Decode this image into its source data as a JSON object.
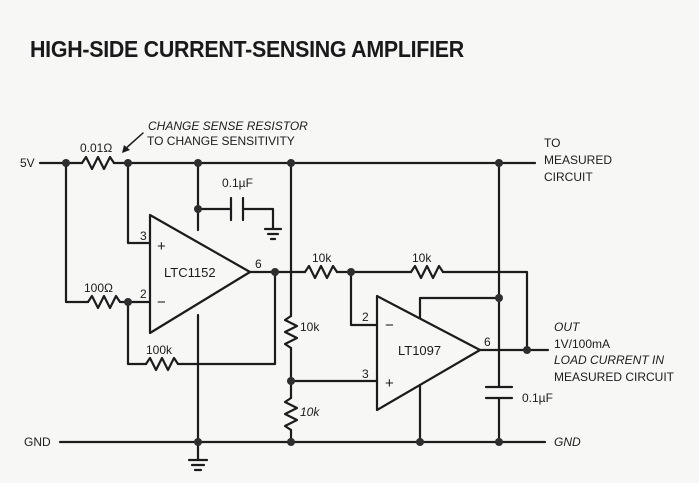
{
  "title": "HIGH-SIDE CURRENT-SENSING AMPLIFIER",
  "rails": {
    "supply": "5V",
    "ground_left": "GND",
    "ground_right": "GND"
  },
  "annotation": {
    "line1": "CHANGE SENSE RESISTOR",
    "line2": "TO CHANGE SENSITIVITY"
  },
  "to_circuit": {
    "line1": "TO",
    "line2": "MEASURED",
    "line3": "CIRCUIT"
  },
  "output": {
    "line1": "OUT",
    "line2": "1V/100mA",
    "line3": "LOAD CURRENT IN",
    "line4": "MEASURED CIRCUIT"
  },
  "components": {
    "r_sense": "0.01Ω",
    "r_100": "100Ω",
    "r_100k": "100k",
    "c_top": "0.1µF",
    "c_bottom": "0.1µF",
    "r_in": "10k",
    "r_fb": "10k",
    "r_div_top": "10k",
    "r_div_bot": "10k"
  },
  "amp1": {
    "name": "LTC1152",
    "pin_plus": "3",
    "pin_minus": "2",
    "pin_out": "6",
    "plus_sign": "+",
    "minus_sign": "−"
  },
  "amp2": {
    "name": "LT1097",
    "pin_minus": "2",
    "pin_plus": "3",
    "pin_out": "6",
    "plus_sign": "+",
    "minus_sign": "−"
  }
}
